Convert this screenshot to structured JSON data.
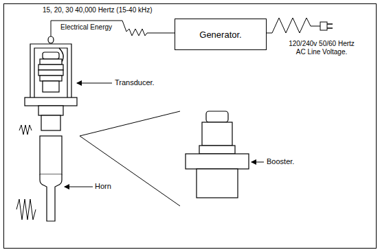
{
  "diagram": {
    "nodes": [
      {
        "text": [
          "Generator."
        ]
      }
    ],
    "labels": [
      "15, 20, 30 40,000 Hertz (15-40 kHz)",
      "Electrical Energy",
      "120/240v 50/60 Hertz AC Line Voltage.",
      "Transducer.",
      "Booster.",
      "Horn"
    ]
  }
}
